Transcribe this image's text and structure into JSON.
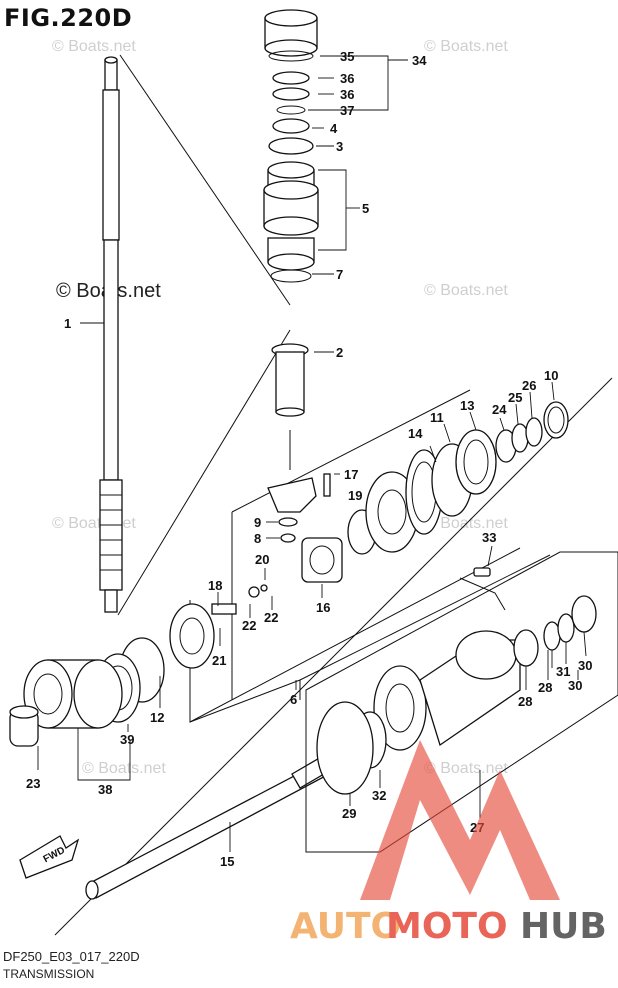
{
  "figure": {
    "title": "FIG.220D",
    "code": "DF250_E03_017_220D",
    "name": "TRANSMISSION"
  },
  "watermarks": {
    "primary": "© Boats.net",
    "faint": "© Boats.net"
  },
  "logo": {
    "part_a": "AUTO",
    "part_b": "MOTO",
    "part_c": "HUB",
    "colors": {
      "auto": "#f2a65a",
      "moto": "#e64b3c",
      "hub": "#4a4a4a",
      "mark": "#e64b3c"
    }
  },
  "fwd_label": "FWD",
  "callouts": {
    "c1": "1",
    "c2": "2",
    "c3": "3",
    "c4": "4",
    "c5": "5",
    "c6": "6",
    "c7": "7",
    "c8": "8",
    "c9": "9",
    "c10": "10",
    "c11": "11",
    "c12": "12",
    "c13": "13",
    "c14": "14",
    "c15": "15",
    "c16": "16",
    "c17": "17",
    "c18": "18",
    "c19": "19",
    "c20": "20",
    "c21": "21",
    "c22a": "22",
    "c22b": "22",
    "c23": "23",
    "c24": "24",
    "c25": "25",
    "c26": "26",
    "c27": "27",
    "c28a": "28",
    "c28b": "28",
    "c29": "29",
    "c30a": "30",
    "c30b": "30",
    "c31": "31",
    "c32": "32",
    "c33": "33",
    "c34": "34",
    "c35": "35",
    "c36a": "36",
    "c36b": "36",
    "c37": "37",
    "c38": "38",
    "c39": "39"
  }
}
